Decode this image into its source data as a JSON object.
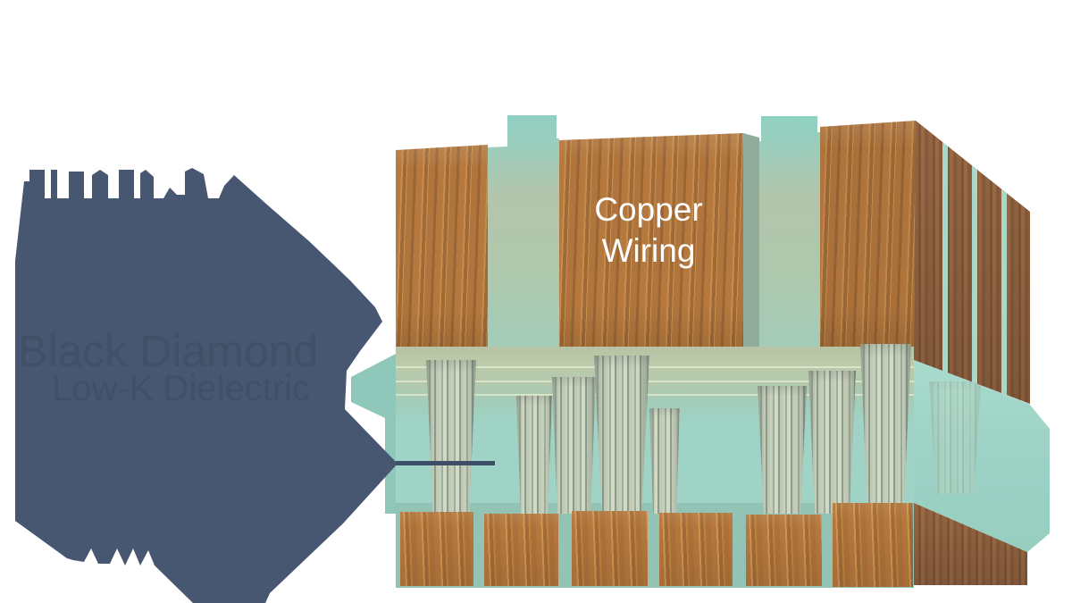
{
  "figure": {
    "type": "3d-interconnect-render",
    "labels": {
      "copper_line1": "Copper",
      "copper_line2": "Wiring",
      "annotation_line1": "Black Diamond",
      "annotation_line2": "Low-K Dielectric"
    },
    "colors": {
      "background": "#ffffff",
      "blob": "#475671",
      "blob_text": "#3c485e",
      "leader": "#3e4d68",
      "copper": "#b5793e",
      "copper_dark": "#9b6a45",
      "teal": "#9ed3c6",
      "teal_band": "#b2c3a7",
      "via": "#b7c3ae",
      "label_text": "#ffffff"
    }
  }
}
